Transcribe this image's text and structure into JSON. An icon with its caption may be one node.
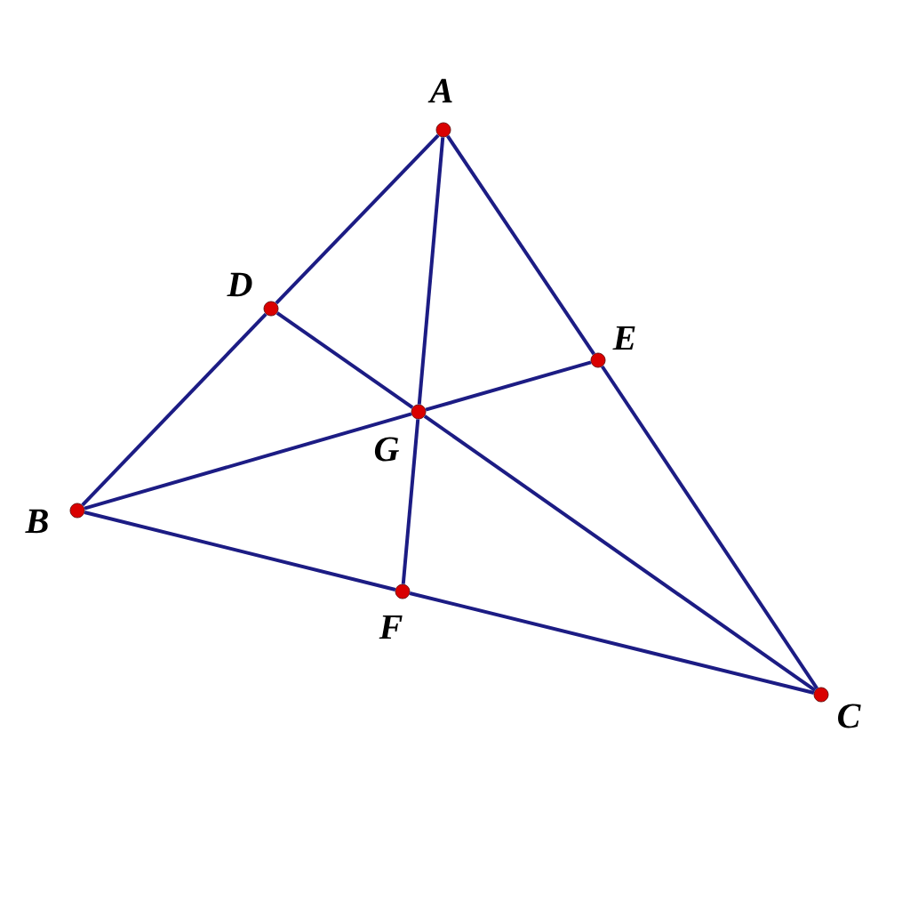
{
  "diagram": {
    "nodes": [
      {
        "text": [
          "A"
        ]
      },
      {
        "text": [
          "B"
        ]
      },
      {
        "text": [
          "C"
        ]
      },
      {
        "text": [
          "D"
        ]
      },
      {
        "text": [
          "E"
        ]
      },
      {
        "text": [
          "F"
        ]
      },
      {
        "text": [
          "G"
        ]
      }
    ],
    "edges": [
      {
        "from": 0,
        "to": 3,
        "arrow": "none"
      },
      {
        "from": 3,
        "to": 1,
        "arrow": "none"
      },
      {
        "from": 0,
        "to": 4,
        "arrow": "none"
      },
      {
        "from": 4,
        "to": 2,
        "arrow": "none"
      },
      {
        "from": 1,
        "to": 5,
        "arrow": "none"
      },
      {
        "from": 5,
        "to": 2,
        "arrow": "none"
      },
      {
        "from": 0,
        "to": 6,
        "arrow": "none"
      },
      {
        "from": 6,
        "to": 5,
        "arrow": "none"
      },
      {
        "from": 3,
        "to": 6,
        "arrow": "none"
      },
      {
        "from": 6,
        "to": 2,
        "arrow": "none"
      },
      {
        "from": 1,
        "to": 6,
        "arrow": "none"
      },
      {
        "from": 6,
        "to": 4,
        "arrow": "none"
      }
    ]
  }
}
